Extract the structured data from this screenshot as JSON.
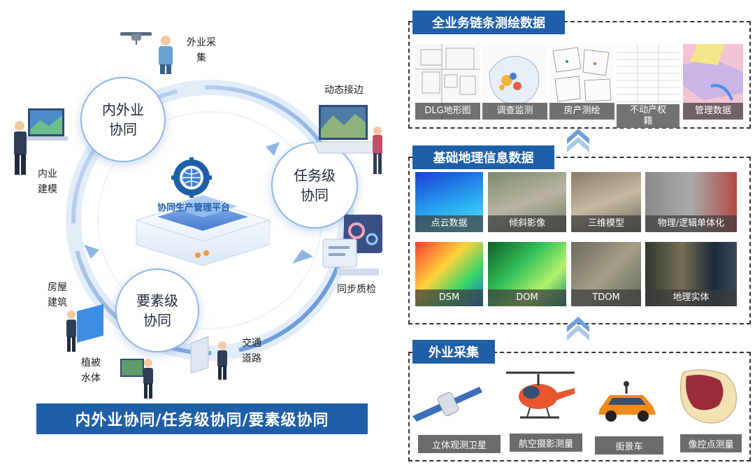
{
  "left": {
    "center_label": "协同生产管理平台",
    "nodes": {
      "inner_outer": "内外业\n协同",
      "task_level": "任务级\n协同",
      "element_level": "要素级\n协同"
    },
    "captions": {
      "field_collect": "外业采\n集",
      "dynamic_edge": "动态接边",
      "indoor_model": "内业\n建模",
      "sync_qc": "同步质检",
      "building": "房屋\n建筑",
      "traffic": "交通\n道路",
      "vegetation": "植被\n水体"
    },
    "banner": "内外业协同/任务级协同/要素级协同"
  },
  "right": {
    "panel1": {
      "title": "全业务链条测绘数据",
      "tiles": [
        "DLG地形图",
        "调查监测",
        "房产测绘",
        "不动产权\n籍",
        "管理数据"
      ]
    },
    "panel2": {
      "title": "基础地理信息数据",
      "tiles": [
        "点云数据",
        "倾斜影像",
        "三维模型",
        "物理/逻辑单体化",
        "DSM",
        "DOM",
        "TDOM",
        "地理实体"
      ]
    },
    "panel3": {
      "title": "外业采集",
      "tiles": [
        "立体观测卫星",
        "航空摄影测量",
        "街景车",
        "像控点测量"
      ]
    }
  },
  "colors": {
    "brand_blue": "#1f5fa8",
    "ring_blue": "#8fb7e6",
    "chevron_blue": "#6e9fd8"
  }
}
